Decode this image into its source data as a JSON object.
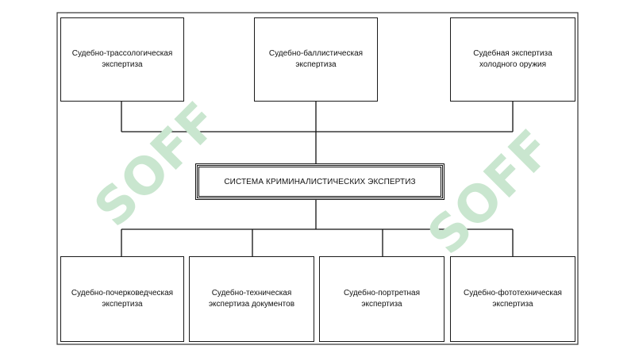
{
  "diagram": {
    "center": {
      "label": "СИСТЕМА КРИМИНАЛИСТИЧЕСКИХ ЭКСПЕРТИЗ"
    },
    "top_nodes": [
      {
        "label": "Судебно-трассологическая экспертиза"
      },
      {
        "label": "Судебно-баллистическая экспертиза"
      },
      {
        "label": "Судебная экспертиза холодного оружия"
      }
    ],
    "bottom_nodes": [
      {
        "label": "Судебно-почерковедческая экспертиза"
      },
      {
        "label": "Судебно-техническая экспертиза документов"
      },
      {
        "label": "Судебно-портретная экспертиза"
      },
      {
        "label": "Судебно-фототехническая экспертиза"
      }
    ]
  },
  "watermark": {
    "text": "SOFF",
    "color": "#c9e6cf"
  }
}
